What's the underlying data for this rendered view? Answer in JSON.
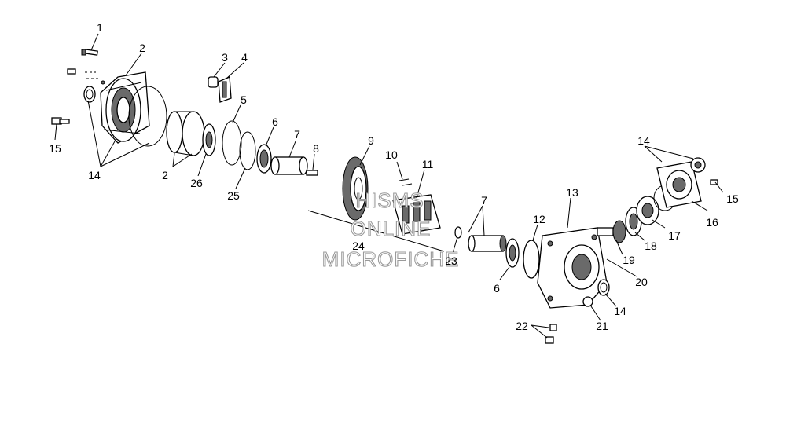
{
  "watermark": {
    "line1": "HISMS",
    "line2": "ONLINE",
    "line3": "MICROFICHE"
  },
  "callouts": [
    {
      "id": "c1",
      "text": "1"
    },
    {
      "id": "c2a",
      "text": "2"
    },
    {
      "id": "c2b",
      "text": "2"
    },
    {
      "id": "c3",
      "text": "3"
    },
    {
      "id": "c4",
      "text": "4"
    },
    {
      "id": "c5",
      "text": "5"
    },
    {
      "id": "c6a",
      "text": "6"
    },
    {
      "id": "c6b",
      "text": "6"
    },
    {
      "id": "c7a",
      "text": "7"
    },
    {
      "id": "c7b",
      "text": "7"
    },
    {
      "id": "c8",
      "text": "8"
    },
    {
      "id": "c9",
      "text": "9"
    },
    {
      "id": "c10",
      "text": "10"
    },
    {
      "id": "c11",
      "text": "11"
    },
    {
      "id": "c12",
      "text": "12"
    },
    {
      "id": "c13",
      "text": "13"
    },
    {
      "id": "c14a",
      "text": "14"
    },
    {
      "id": "c14b",
      "text": "14"
    },
    {
      "id": "c14c",
      "text": "14"
    },
    {
      "id": "c15a",
      "text": "15"
    },
    {
      "id": "c15b",
      "text": "15"
    },
    {
      "id": "c16",
      "text": "16"
    },
    {
      "id": "c17",
      "text": "17"
    },
    {
      "id": "c18",
      "text": "18"
    },
    {
      "id": "c19",
      "text": "19"
    },
    {
      "id": "c20",
      "text": "20"
    },
    {
      "id": "c21",
      "text": "21"
    },
    {
      "id": "c22",
      "text": "22"
    },
    {
      "id": "c23",
      "text": "23"
    },
    {
      "id": "c24",
      "text": "24"
    },
    {
      "id": "c25",
      "text": "25"
    },
    {
      "id": "c26",
      "text": "26"
    }
  ]
}
